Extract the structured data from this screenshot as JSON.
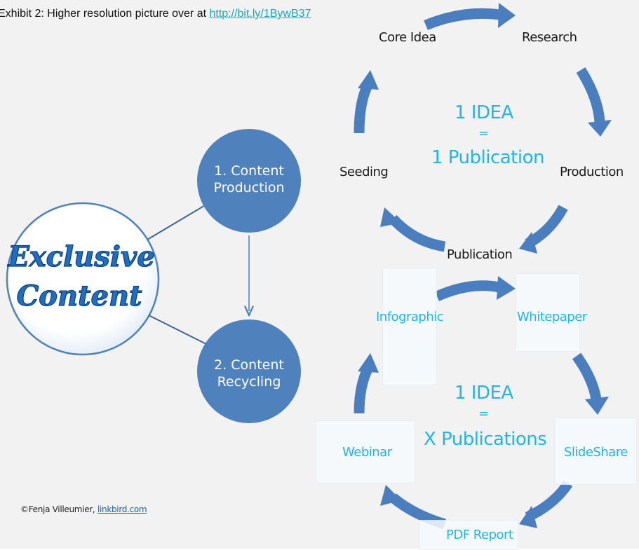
{
  "caption": {
    "text": "Exhibit 2: Higher resolution picture over at ",
    "link": "http://bit.ly/1BywB37"
  },
  "hub": {
    "line1": "Exclusive",
    "line2": "Content"
  },
  "circles": [
    {
      "line1": "1. Content",
      "line2": "Production"
    },
    {
      "line1": "2. Content",
      "line2": "Recycling"
    }
  ],
  "cycle1": {
    "steps": [
      "Core Idea",
      "Research",
      "Production",
      "Publication",
      "Seeding"
    ],
    "center": {
      "line1": "1 IDEA",
      "line2": "=",
      "line3": "1 Publication"
    }
  },
  "cycle2": {
    "steps": [
      "Infographic",
      "Whitepaper",
      "SlideShare",
      "PDF Report",
      "Webinar"
    ],
    "center": {
      "line1": "1 IDEA",
      "line2": "=",
      "line3": "X Publications"
    }
  },
  "credit": {
    "text": "©Fenja Villeumier, ",
    "link": "linkbird.com"
  },
  "colors": {
    "circle_blue": "#4f81bd",
    "arrow_blue": "#4a7ebf",
    "cyan_text": "#22b4e8",
    "hub_text": "#1e6fc4"
  }
}
